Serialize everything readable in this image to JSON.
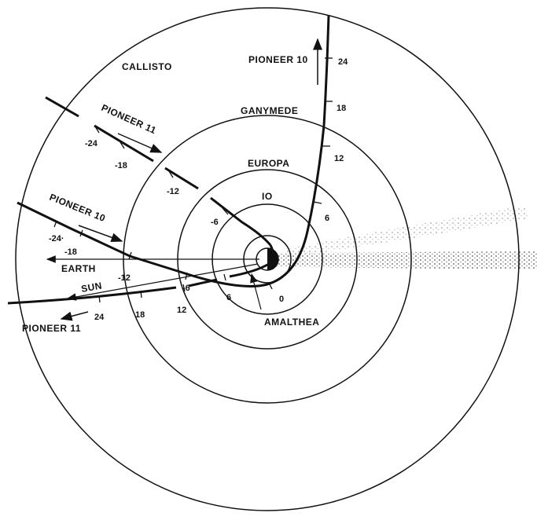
{
  "moons": {
    "callisto": "CALLISTO",
    "ganymede": "GANYMEDE",
    "europa": "EUROPA",
    "io": "IO",
    "amalthea": "AMALTHEA"
  },
  "spacecraft": {
    "pioneer10_top": "PIONEER 10",
    "pioneer11_upper": "PIONEER 11",
    "pioneer10_left": "PIONEER 10",
    "pioneer11_bottom": "PIONEER 11"
  },
  "directions": {
    "earth": "EARTH",
    "sun": "SUN"
  },
  "pioneer10_outbound_ticks": [
    "0",
    "6",
    "12",
    "18",
    "24"
  ],
  "pioneer10_inbound_ticks": [
    "-6",
    "-12",
    "-18",
    "-24·"
  ],
  "pioneer11_inbound_ticks": [
    "-6",
    "-12",
    "-18",
    "-24"
  ],
  "pioneer11_outbound_ticks": [
    "6",
    "12",
    "18",
    "24"
  ],
  "colors": {
    "ink": "#111111",
    "background": "#ffffff",
    "stipple": "#555555"
  }
}
